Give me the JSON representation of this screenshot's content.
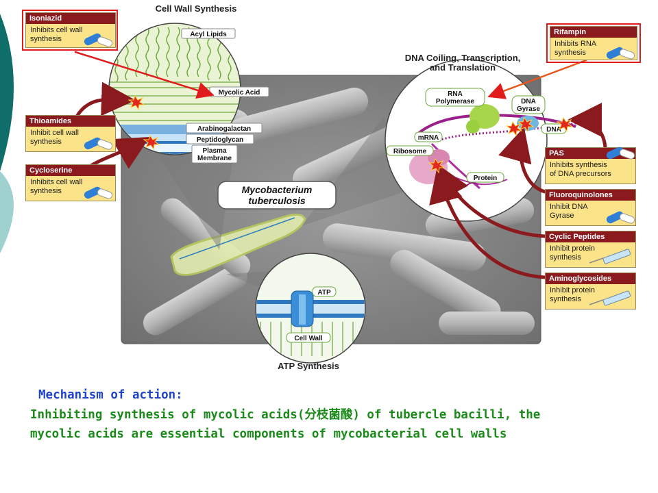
{
  "diagram": {
    "cell_wall_title": "Cell Wall Synthesis",
    "dna_title_line1": "DNA Coiling, Transcription,",
    "dna_title_line2": "and Translation",
    "atp_title": "ATP Synthesis",
    "organism_line1": "Mycobacterium",
    "organism_line2": "tuberculosis",
    "cell_wall_layers": {
      "acyl_lipids": "Acyl Lipids",
      "mycolic_acid": "Mycolic Acid",
      "arabinogalactan": "Arabinogalactan",
      "peptidoglycan": "Peptidoglycan",
      "plasma_membrane_1": "Plasma",
      "plasma_membrane_2": "Membrane"
    },
    "dna_labels": {
      "rna_polymerase_1": "RNA",
      "rna_polymerase_2": "Polymerase",
      "dna_gyrase_1": "DNA",
      "dna_gyrase_2": "Gyrase",
      "dna": "DNA",
      "mrna": "mRNA",
      "ribosome": "Ribosome",
      "protein": "Protein"
    },
    "atp_labels": {
      "atp": "ATP",
      "cell_wall": "Cell Wall"
    }
  },
  "drugs": {
    "isoniazid": {
      "name": "Isoniazid",
      "desc": "Inhibits cell wall\nsynthesis"
    },
    "thioamides": {
      "name": "Thioamides",
      "desc": "Inhibit cell wall\nsynthesis"
    },
    "cycloserine": {
      "name": "Cycloserine",
      "desc": "Inhibits cell wall\nsynthesis"
    },
    "rifampin": {
      "name": "Rifampin",
      "desc": "Inhibits RNA\nsynthesis"
    },
    "pas": {
      "name": "PAS",
      "desc": "Inhibits synthesis\nof DNA precursors"
    },
    "fluoroquinolones": {
      "name": "Fluoroquinolones",
      "desc": "Inhibit DNA\nGyrase"
    },
    "cyclic_peptides": {
      "name": "Cyclic Peptides",
      "desc": "Inhibit protein\nsynthesis"
    },
    "aminoglycosides": {
      "name": "Aminoglycosides",
      "desc": "Inhibit protein\nsynthesis"
    }
  },
  "caption": {
    "title": "Mechanism of action:",
    "line1": "Inhibiting synthesis of mycolic acids(分枝菌酸) of tubercle bacilli, the",
    "line2": "mycolic acids are essential components of mycobacterial cell walls"
  },
  "colors": {
    "accent_teal": "#0f6e6a",
    "label_red": "#8b1a1f",
    "box_yellow": "#fbe38a",
    "caption_green": "#1b8a1b",
    "caption_blue": "#1f43c8",
    "arrow_red": "#e11b1b"
  }
}
